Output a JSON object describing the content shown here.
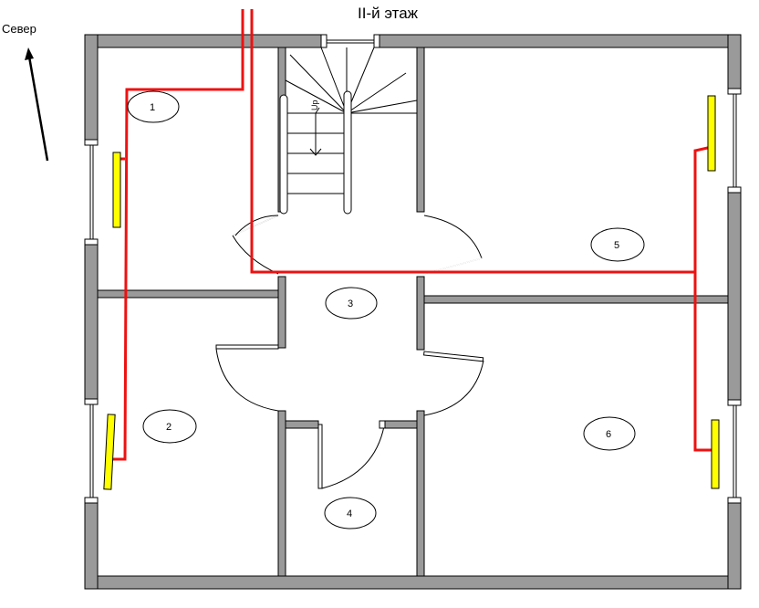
{
  "title": "II-й этаж",
  "north_label": "Север",
  "stair_label": "Up",
  "rooms": [
    {
      "number": "1"
    },
    {
      "number": "2"
    },
    {
      "number": "3"
    },
    {
      "number": "4"
    },
    {
      "number": "5"
    },
    {
      "number": "6"
    }
  ],
  "colors": {
    "wall": "#9a9a9a",
    "pipe": "#ee1111",
    "radiator": "#ffff00"
  }
}
